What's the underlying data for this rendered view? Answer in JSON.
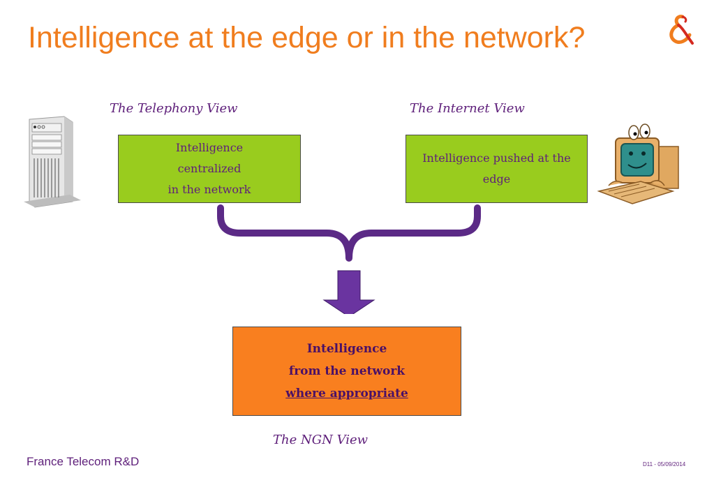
{
  "title": "Intelligence at the edge or in the network?",
  "views": {
    "telephony": {
      "label": "The Telephony View",
      "lines": [
        "Intelligence",
        "centralized",
        "in the network"
      ]
    },
    "internet": {
      "label": "The Internet View",
      "lines": [
        "Intelligence pushed at the",
        "edge"
      ]
    },
    "ngn": {
      "label": "The NGN View",
      "lines": [
        "Intelligence",
        "from the network",
        "where appropriate"
      ]
    }
  },
  "footer": {
    "company": "France Telecom R&D",
    "slide_ref": "D11 - 05/09/2014"
  },
  "colors": {
    "title": "#f07d1e",
    "text": "#5e1f7a",
    "green_box": "#99cc1e",
    "orange_box": "#f97f1f",
    "connector": "#5b2a86"
  },
  "icons": [
    "server-icon",
    "computer-character-icon",
    "france-telecom-logo-icon",
    "down-arrow-icon"
  ]
}
